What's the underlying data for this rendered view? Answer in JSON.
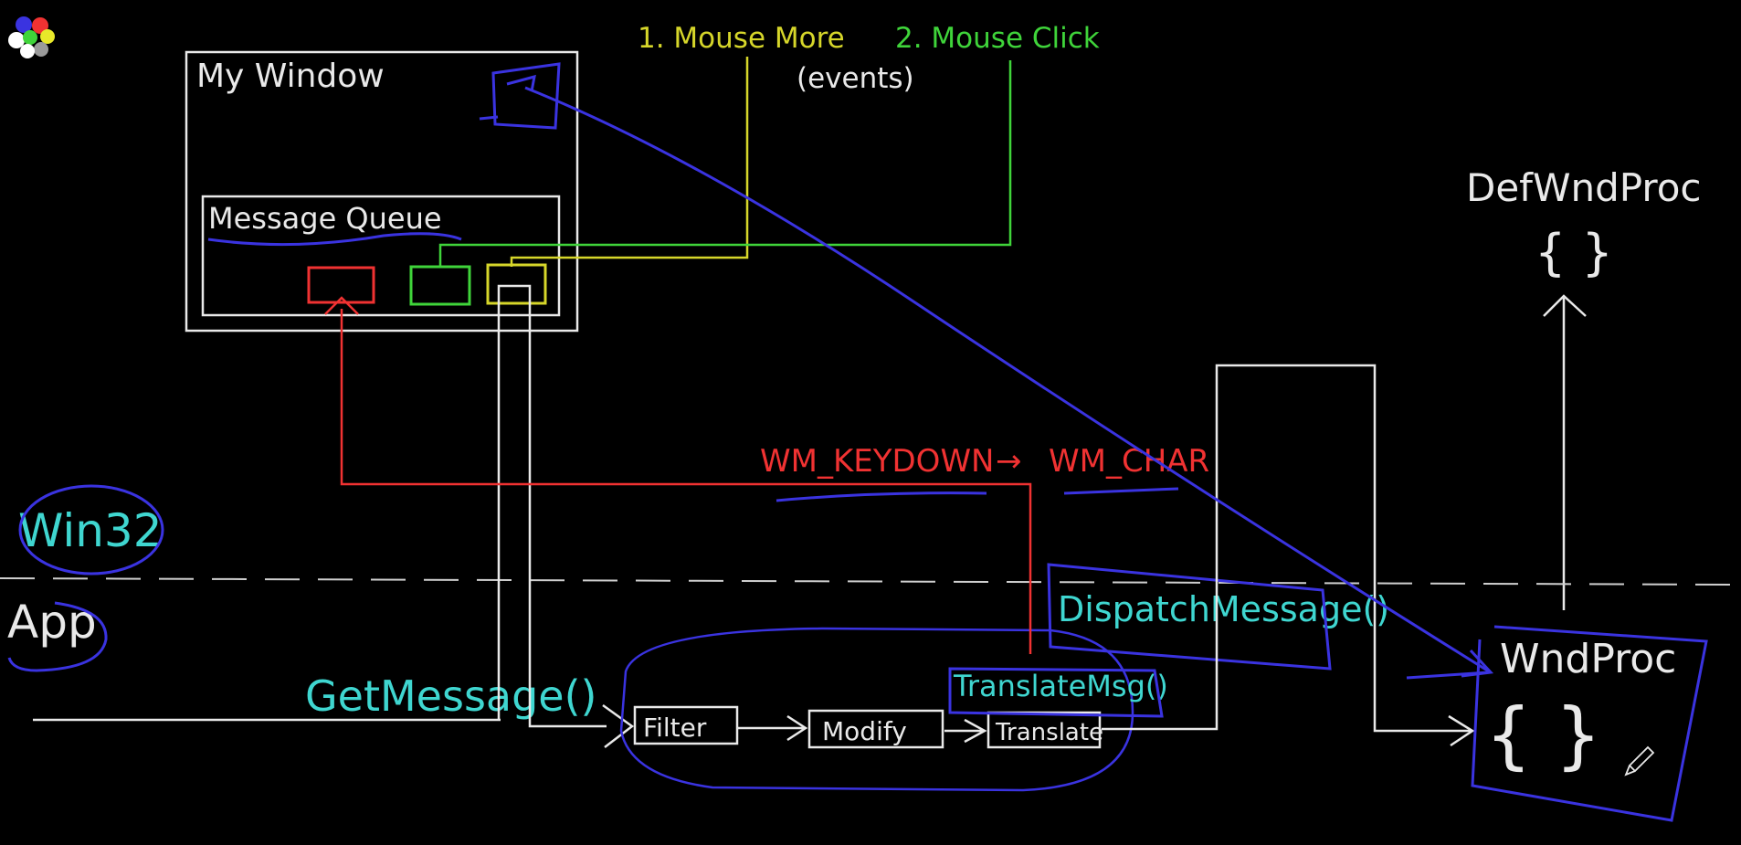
{
  "colors": {
    "background": "#000000",
    "white": "#e9e9e9",
    "yellow": "#d6d62a",
    "green": "#3fd43a",
    "red": "#f03232",
    "cyan": "#3fd6d0",
    "blue": "#3a33e0"
  },
  "toolbar": {
    "icons": [
      "color-palette-icon",
      "pen-cursor-icon"
    ]
  },
  "labels": {
    "my_window": "My Window",
    "message_queue": "Message Queue",
    "mouse_move": "1. Mouse More",
    "mouse_click": "2. Mouse Click",
    "events": "(events)",
    "def_wnd_proc": "DefWndProc",
    "def_wnd_proc_braces": "{ }",
    "wm_keydown": "WM_KEYDOWN",
    "arrow": "→",
    "wm_char": "WM_CHAR",
    "win32": "Win32",
    "app": "App",
    "get_message": "GetMessage()",
    "dispatch_message": "DispatchMessage()",
    "translate_msg": "TranslateMsg()",
    "filter": "Filter",
    "modify": "Modify",
    "translate": "Translate",
    "wnd_proc": "WndProc",
    "wnd_proc_braces": "{ }"
  }
}
